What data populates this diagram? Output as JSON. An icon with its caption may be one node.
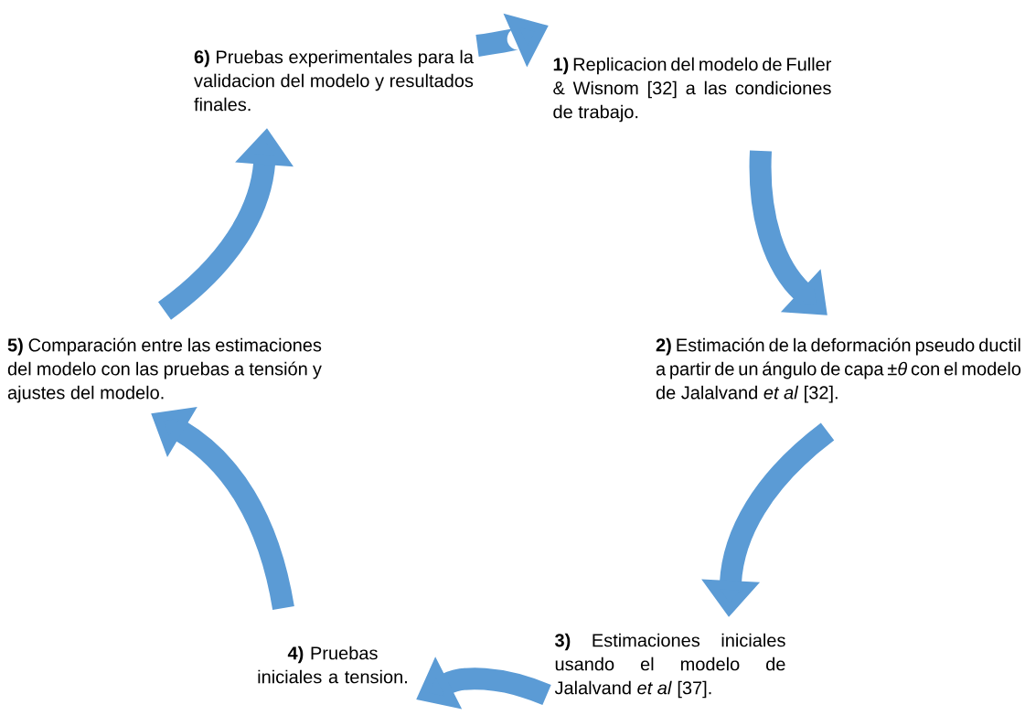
{
  "diagram": {
    "nodes": [
      {
        "text": [
          "**6)** Pruebas experimentales para la validacion del modelo y resultados finales."
        ]
      },
      {
        "text": [
          "**1)** Replicacion del modelo de Fuller & Wisnom [32] a las condiciones de trabajo."
        ]
      },
      {
        "text": [
          "**2)** Estimación de la deformación pseudo ductil a partir de un ángulo de capa ±*θ* con el modelo de Jalalvand *et al* [32]."
        ]
      },
      {
        "text": [
          "**3)** Estimaciones iniciales usando el modelo de Jalalvand *et al* [37]."
        ]
      },
      {
        "text": [
          "**4)** Pruebas iniciales a tension."
        ]
      },
      {
        "text": [
          "**5)** Comparación entre las estimaciones del modelo con las pruebas a tensión y ajustes del modelo."
        ]
      }
    ],
    "edges": [
      {
        "from": 0,
        "to": 1,
        "arrow": "to"
      },
      {
        "from": 1,
        "to": 2,
        "arrow": "to"
      },
      {
        "from": 2,
        "to": 3,
        "arrow": "to"
      },
      {
        "from": 3,
        "to": 4,
        "arrow": "to"
      },
      {
        "from": 4,
        "to": 5,
        "arrow": "to"
      },
      {
        "from": 5,
        "to": 0,
        "arrow": "to"
      }
    ]
  }
}
